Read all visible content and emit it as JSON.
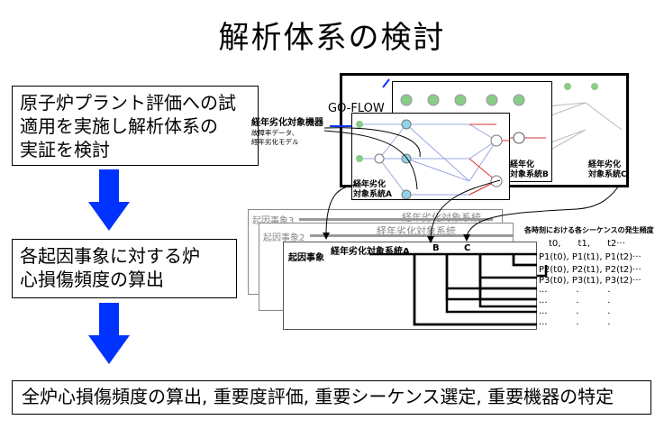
{
  "title": "解析体系の検討",
  "steps": [
    {
      "lines": [
        "原子炉プラント評価への試",
        "適用を実施し解析体系の",
        "実証を検討"
      ]
    },
    {
      "lines": [
        "各起因事象に対する炉",
        "心損傷頻度の算出"
      ]
    },
    {
      "lines": [
        "全炉心損傷頻度の算出, 重要度評価, 重要シーケンス選定, 重要機器の特定"
      ]
    }
  ],
  "goflow": {
    "label": "GO-FLOW",
    "component_label": "経年劣化対象機器",
    "component_sub": [
      "故障率データ、",
      "経年劣化モデル"
    ],
    "system_a": [
      "経年劣化",
      "対象系統A"
    ],
    "system_b": [
      "経年化",
      "対象系統B"
    ],
    "system_c": [
      "経年劣化",
      "対象系統C"
    ]
  },
  "event_tree": {
    "ie3": "起因事象3",
    "ie2": "起因事象2",
    "ie1": "起因事象",
    "header_back": "経年劣化対象系統",
    "header_front": "経年劣化対象系統A",
    "col_b": "B",
    "col_c": "C"
  },
  "sequences": {
    "title": "各時刻における各シーケンスの発生頻度",
    "header": "t0,      t1,      t2···",
    "rows": [
      "P1(t0), P1(t1), P1(t2)···",
      "P2(t0), P2(t1), P2(t2)···",
      "P3(t0), P3(t1), P3(t2)···",
      "···          ·          ·",
      "···          ·          ·",
      "···          ·          ·",
      "···          ·          ·"
    ]
  },
  "colors": {
    "arrow": "#0033ff",
    "red_link": "#e03030",
    "blue_link": "#9aa8e0"
  }
}
